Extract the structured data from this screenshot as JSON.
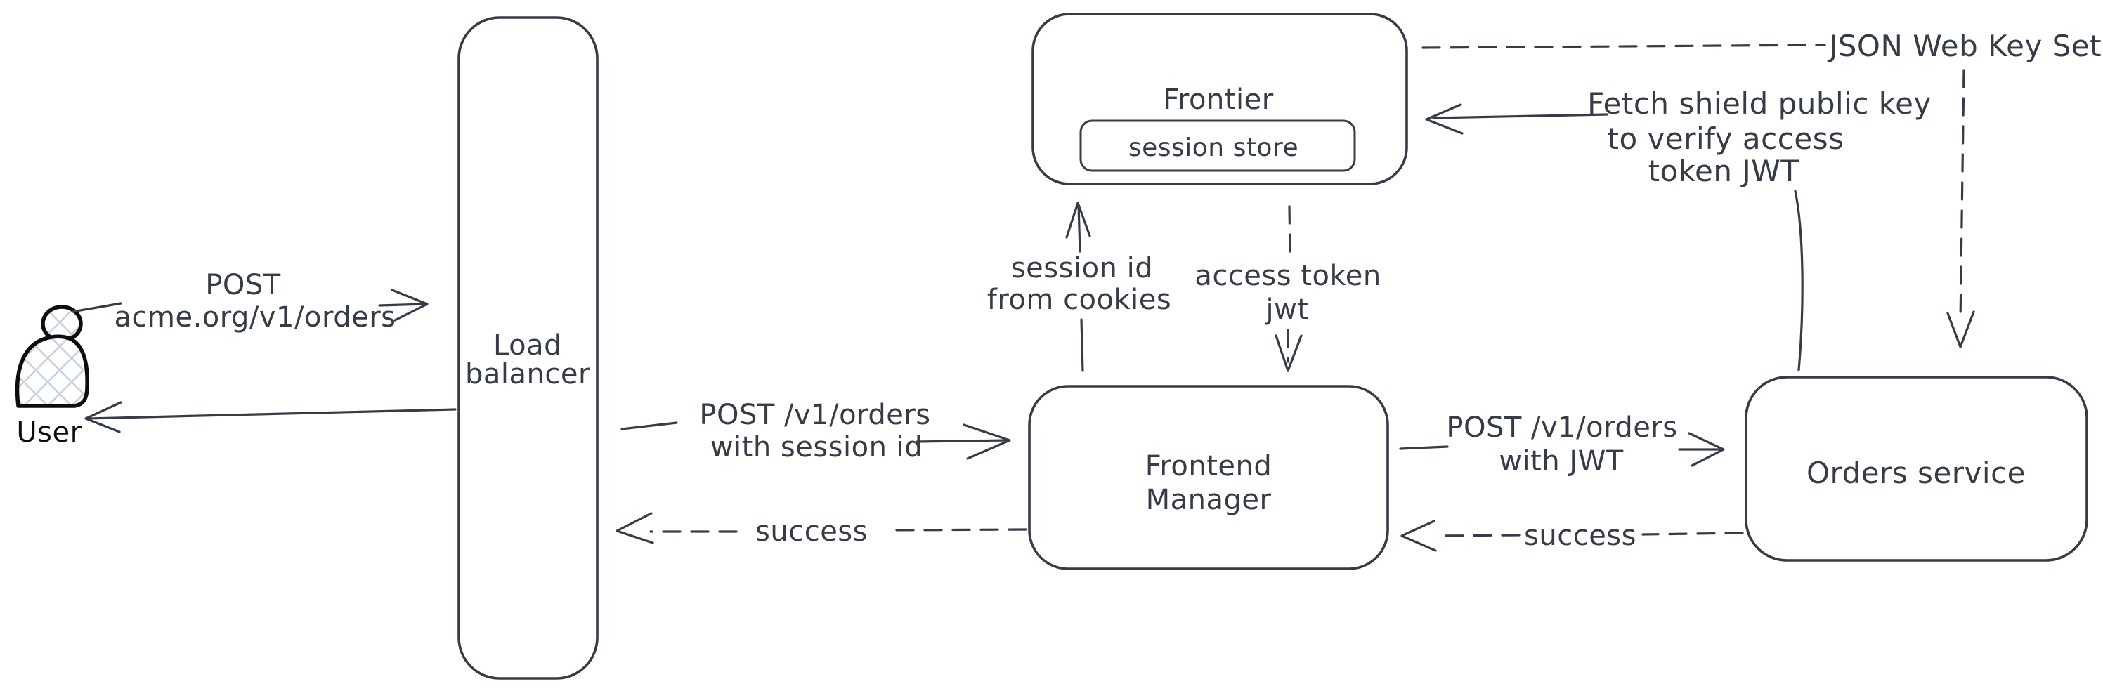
{
  "diagram": {
    "title_hint": "Auth flow diagram: user request through load balancer, frontend manager, session store and orders service with JWT verification",
    "colors": {
      "background": "#ffffff",
      "stroke": "#363c46",
      "text": "#363c46",
      "user_icon_stroke": "#0d0d0d",
      "user_icon_hatch": "#c9d3dc"
    },
    "nodes": {
      "user": {
        "label": "User"
      },
      "load_balancer": {
        "lines": {
          "0": "Load",
          "1": "balancer"
        }
      },
      "frontier": {
        "label": "Frontier"
      },
      "session_store": {
        "label": "session store"
      },
      "frontend_manager": {
        "lines": {
          "0": "Frontend",
          "1": "Manager"
        }
      },
      "orders_service": {
        "label": "Orders service"
      },
      "json_web_key_set": {
        "label": "JSON Web Key Set"
      }
    },
    "edges": {
      "user_to_load_balancer": {
        "lines": {
          "0": "POST",
          "1": "acme.org/v1/orders"
        }
      },
      "load_balancer_to_user": {
        "label": ""
      },
      "load_balancer_to_frontend_manager": {
        "lines": {
          "0": "POST /v1/orders",
          "1": "with session id"
        }
      },
      "frontend_manager_to_load_balancer": {
        "label": "success"
      },
      "frontend_manager_to_frontier": {
        "lines": {
          "0": "session id",
          "1": "from cookies"
        }
      },
      "frontier_to_frontend_manager": {
        "lines": {
          "0": "access token",
          "1": "jwt"
        }
      },
      "frontend_manager_to_orders_service": {
        "lines": {
          "0": "POST /v1/orders",
          "1": "with JWT"
        }
      },
      "orders_service_to_frontend_manager": {
        "label": "success"
      },
      "orders_service_to_frontier": {
        "lines": {
          "0": "Fetch shield public key",
          "1": "to verify access",
          "2": "token JWT"
        }
      },
      "jwks_to_orders_service": {
        "label": ""
      }
    }
  }
}
